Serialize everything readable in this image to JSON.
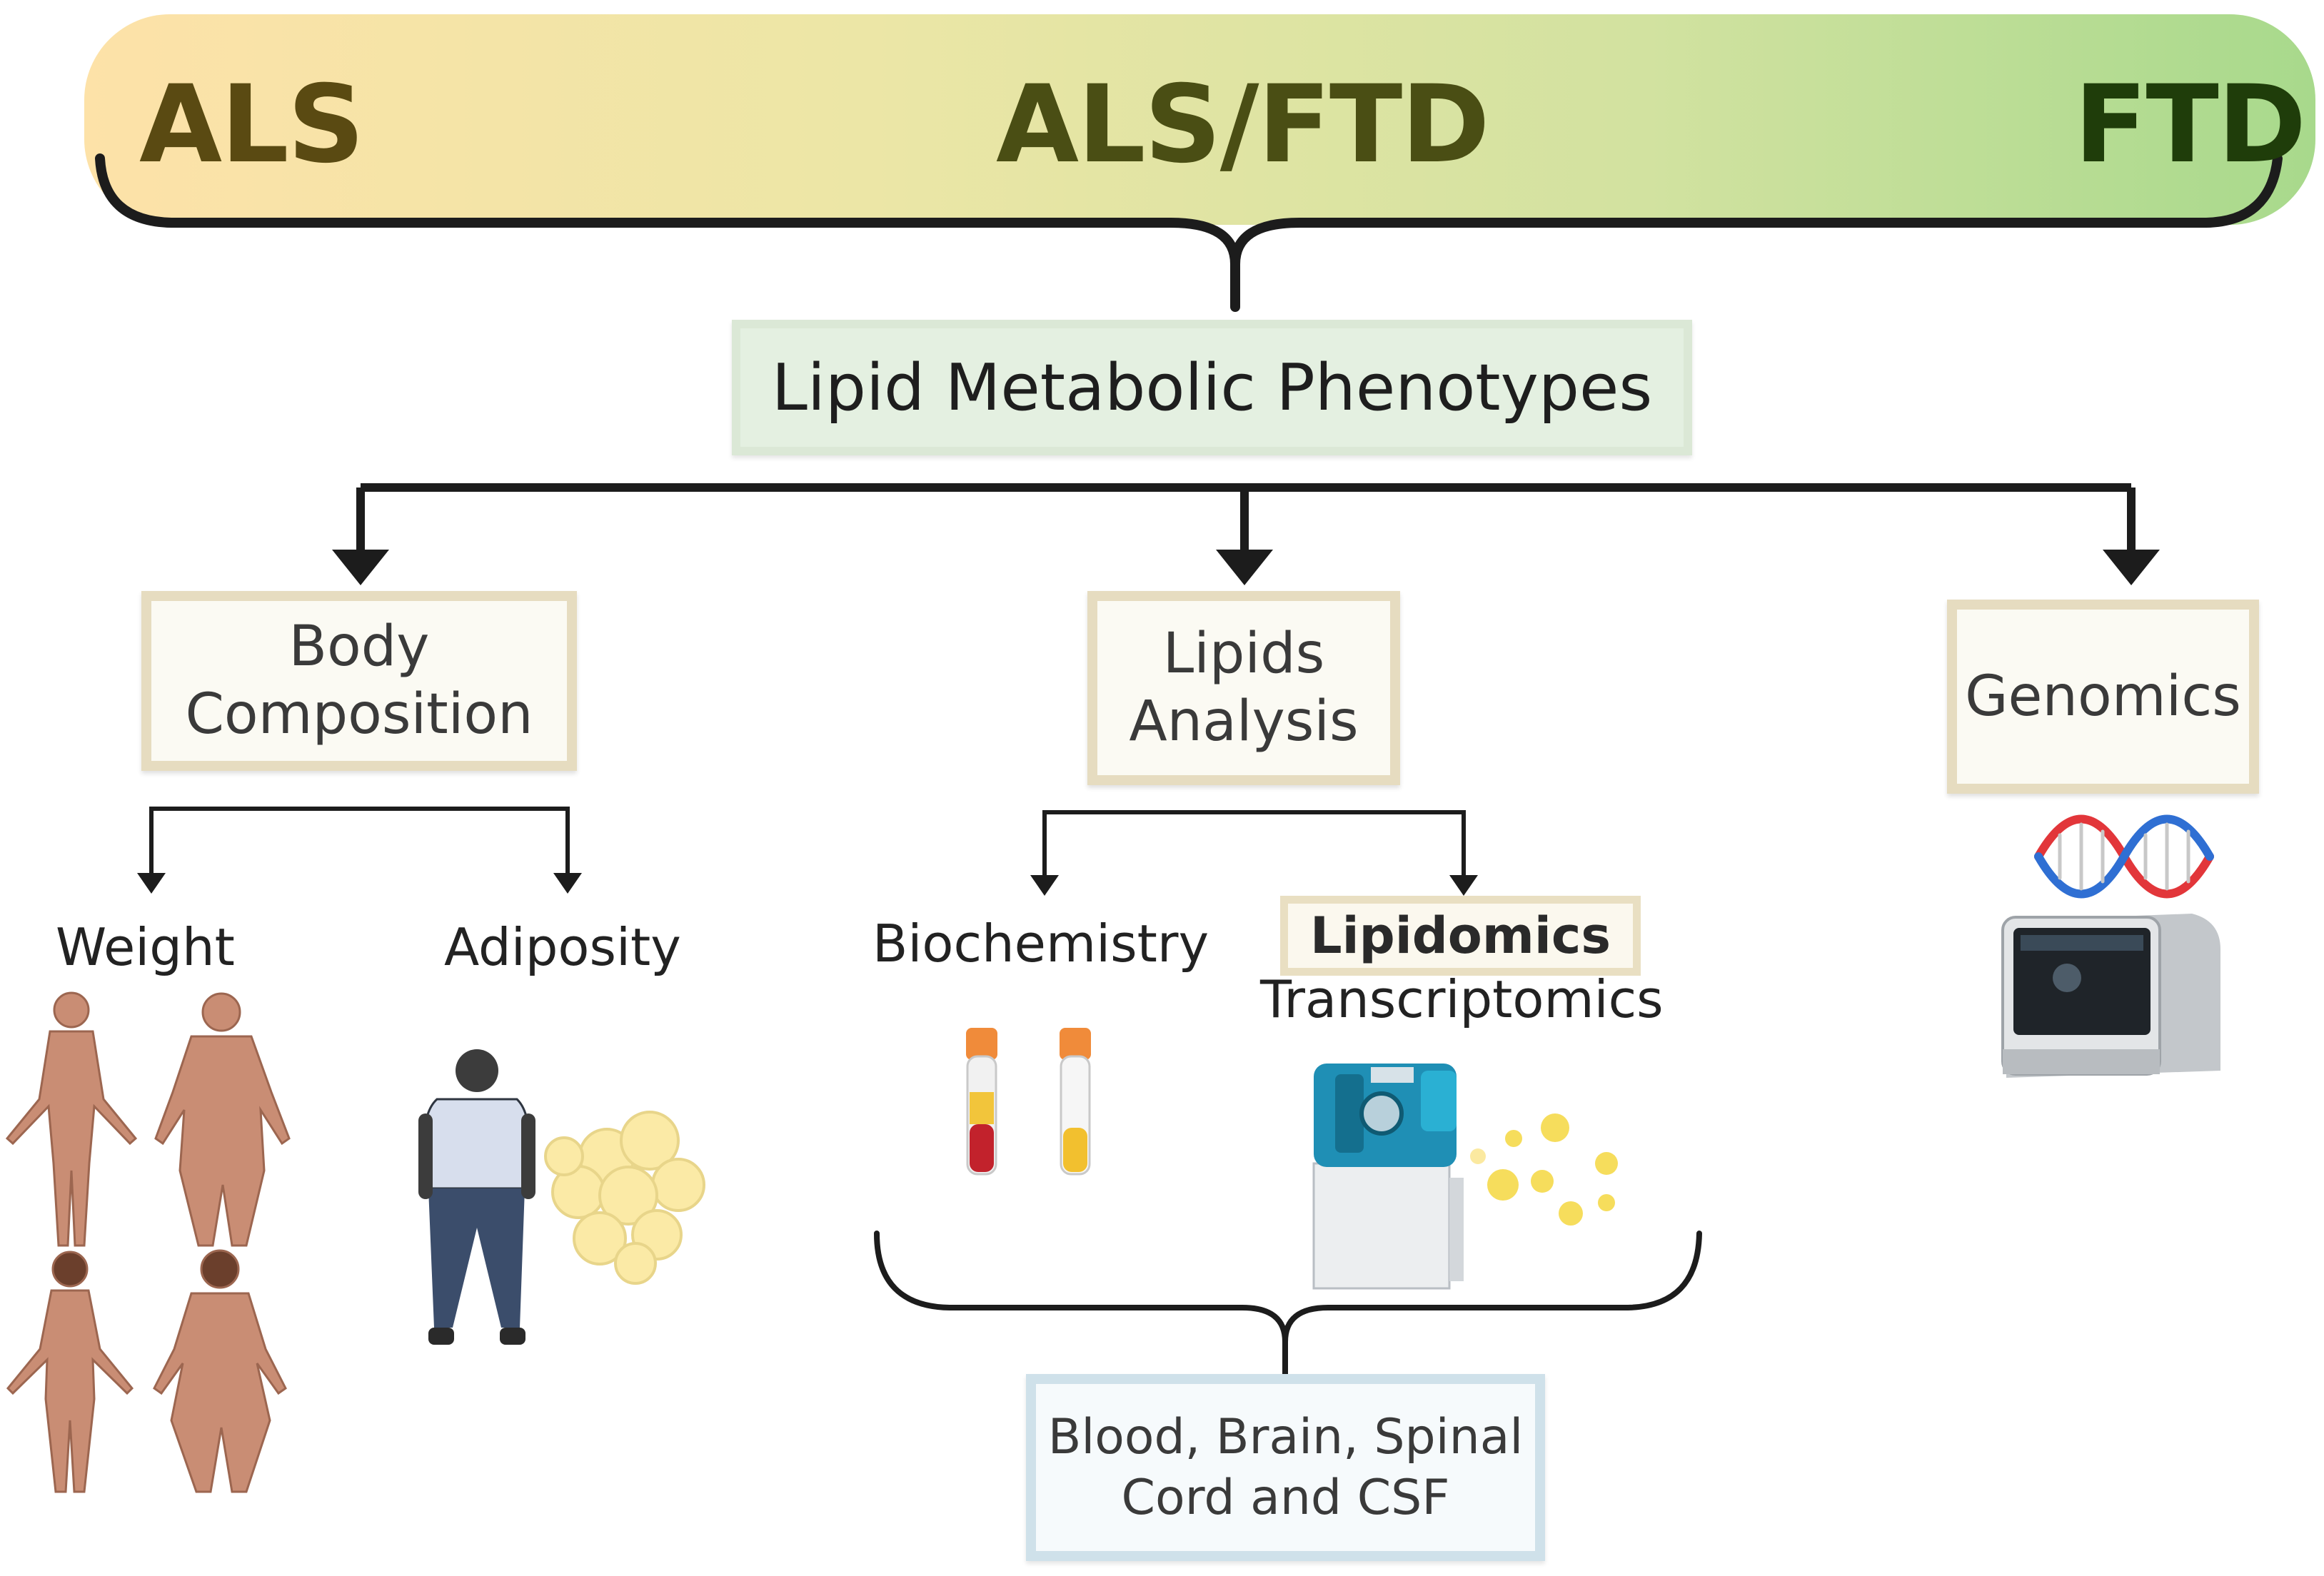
{
  "spectrum": {
    "left": "ALS",
    "middle": "ALS/FTD",
    "right": "FTD"
  },
  "main_box": "Lipid Metabolic Phenotypes",
  "categories": {
    "body_composition": "Body Composition",
    "lipids_analysis": "Lipids Analysis",
    "genomics": "Genomics"
  },
  "body_items": {
    "weight": "Weight",
    "adiposity": "Adiposity"
  },
  "lipid_items": {
    "biochemistry": "Biochemistry",
    "lipidomics": "Lipidomics",
    "transcriptomics": "Transcriptomics"
  },
  "samples": "Blood, Brain, Spinal Cord and CSF",
  "colors": {
    "spectrum_start": "#fde6a4",
    "spectrum_end": "#a9d98a",
    "arrow": "#1c1c1c"
  }
}
